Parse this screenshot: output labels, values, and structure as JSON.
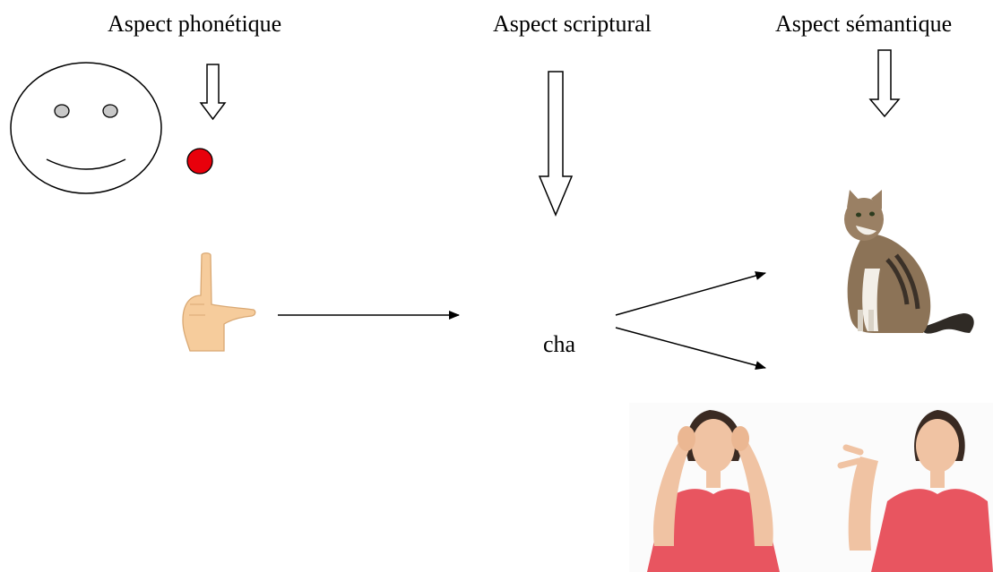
{
  "headings": {
    "phonetic": "Aspect phonétique",
    "scriptural": "Aspect scriptural",
    "semantic": "Aspect sémantique"
  },
  "word": "cha",
  "icons": {
    "face": "smiley-face-icon",
    "dot": "red-dot-icon",
    "hand": "hand-sign-icon",
    "cat": "cat-photo",
    "signer": "sign-language-photo"
  },
  "colors": {
    "dot": "#e8000b",
    "skin": "#f6cc9c",
    "shirt": "#e85560"
  }
}
